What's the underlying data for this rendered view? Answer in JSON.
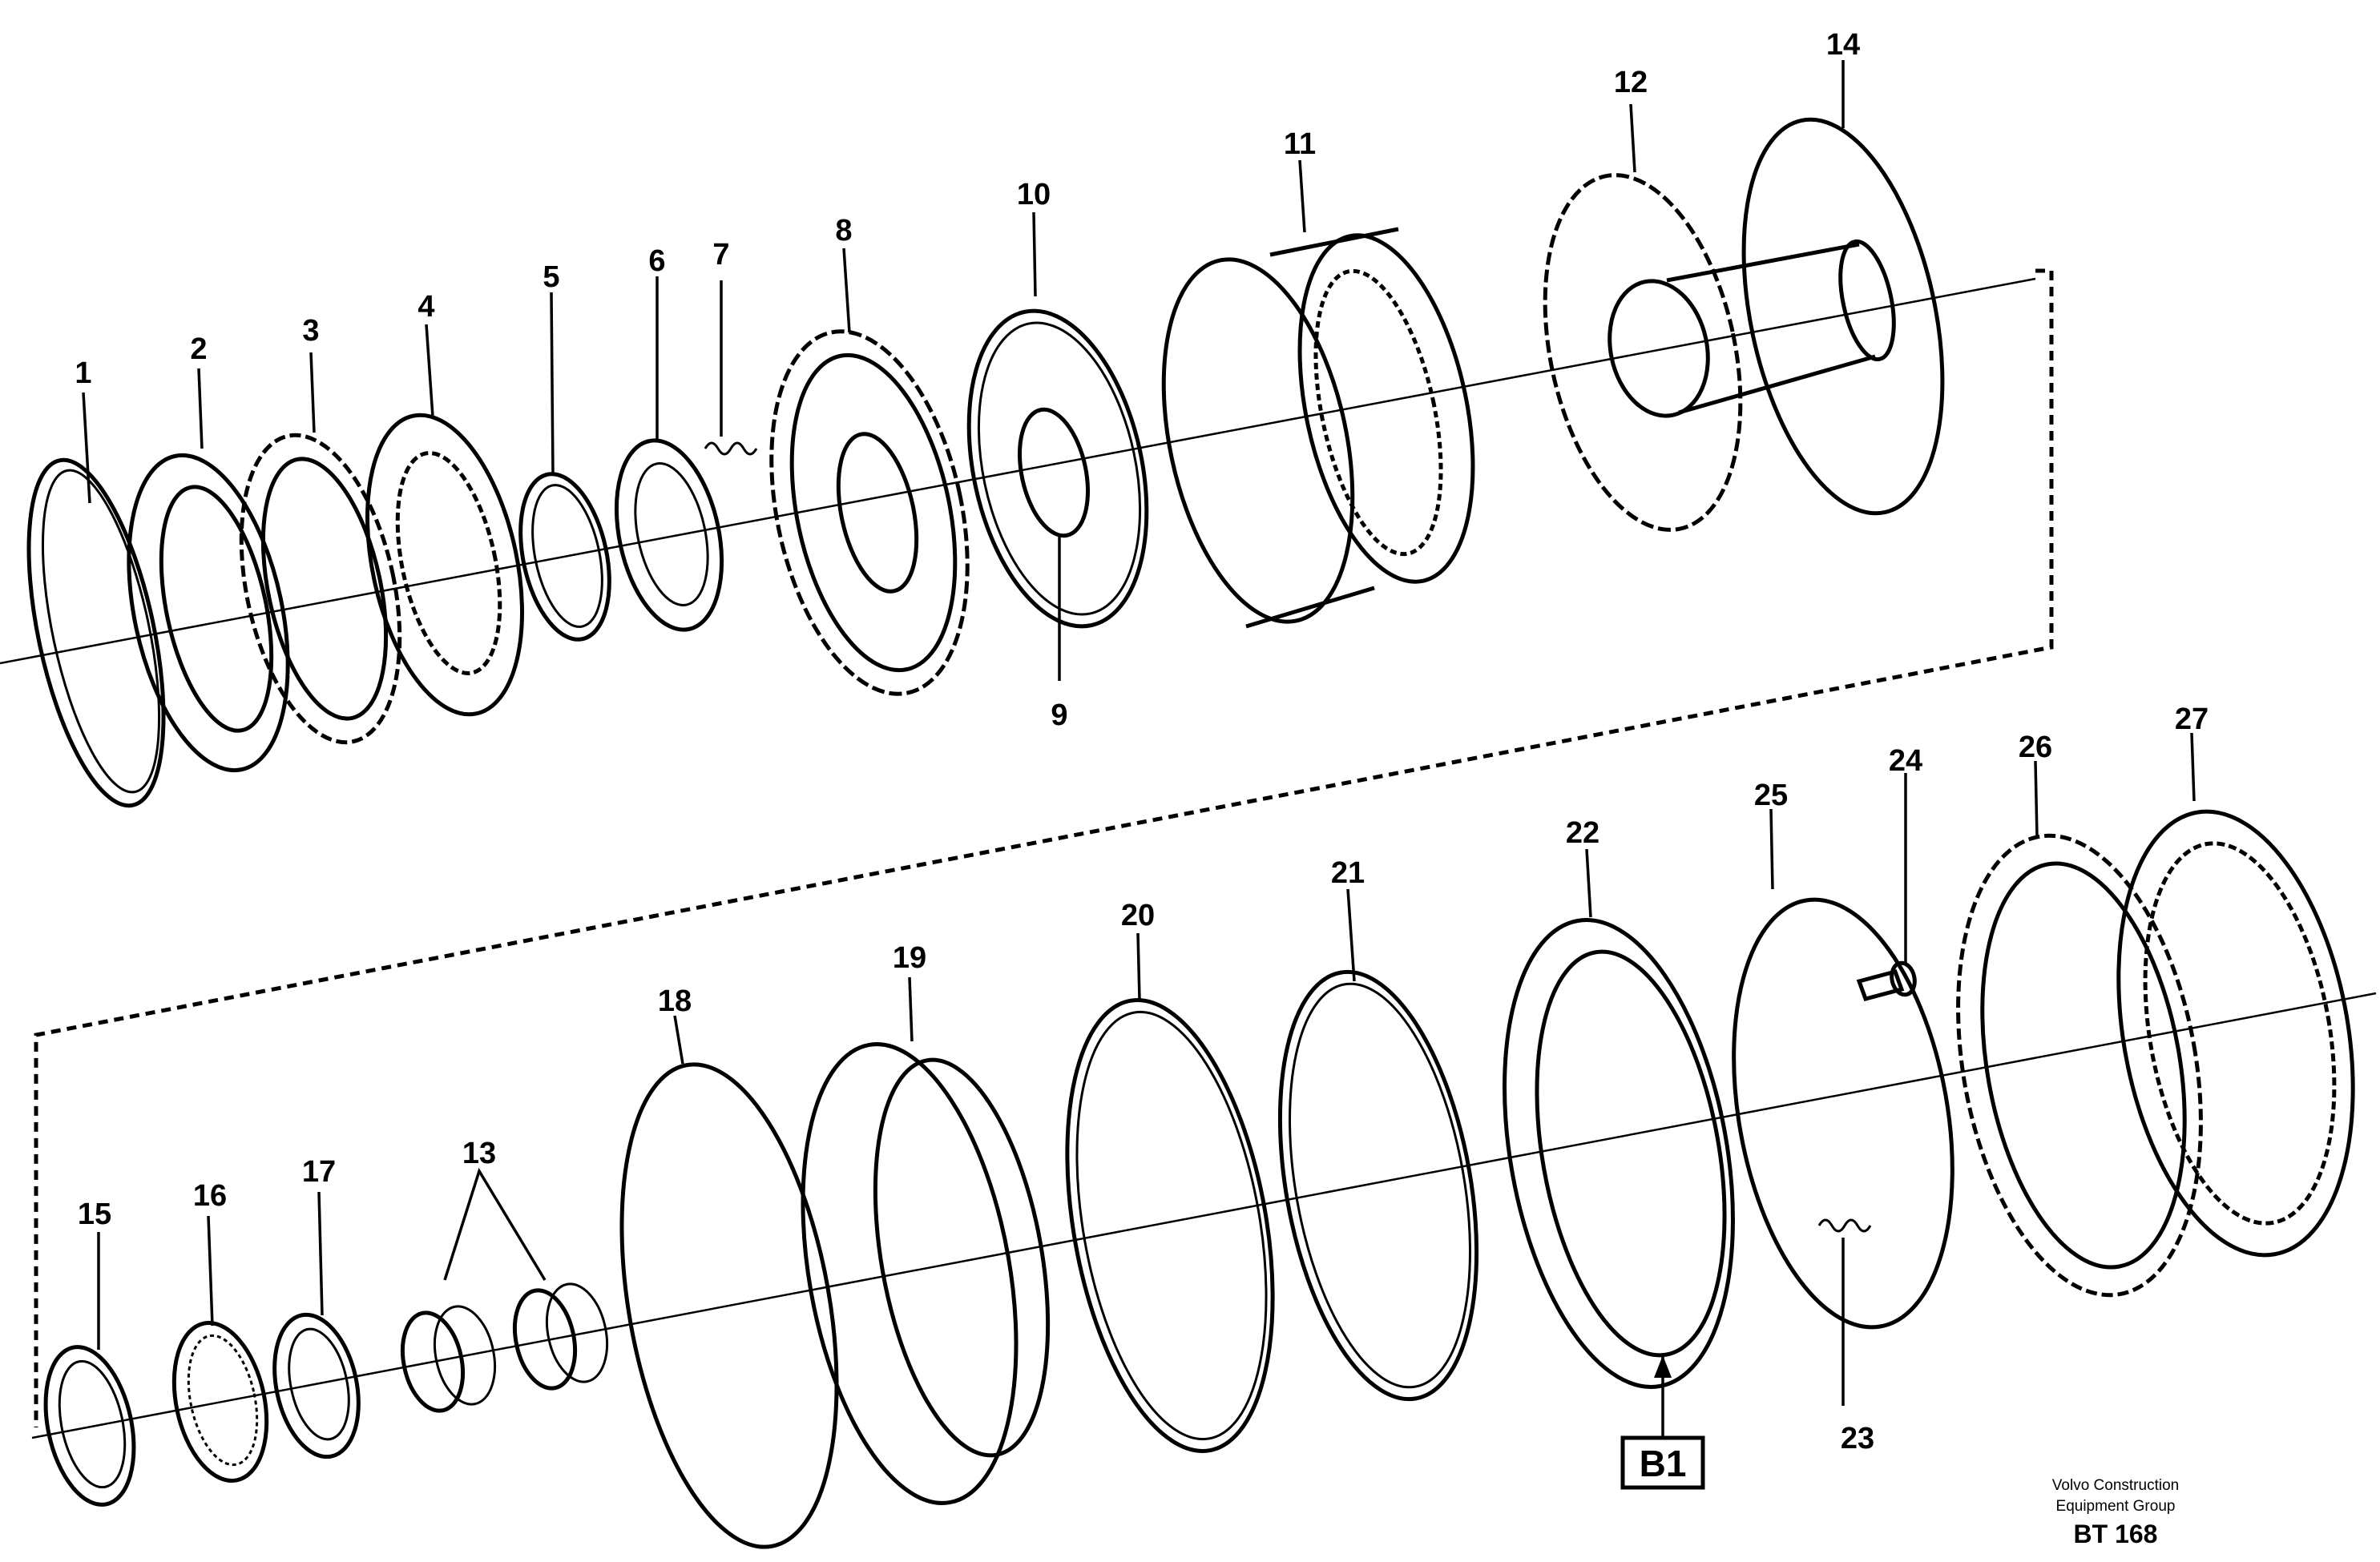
{
  "callouts": [
    "1",
    "2",
    "3",
    "4",
    "5",
    "6",
    "7",
    "8",
    "9",
    "10",
    "11",
    "12",
    "13",
    "14",
    "15",
    "16",
    "17",
    "18",
    "19",
    "20",
    "21",
    "22",
    "23",
    "24",
    "25",
    "26",
    "27"
  ],
  "reference_box": "B1",
  "footer": {
    "line1": "Volvo Construction",
    "line2": "Equipment Group",
    "code": "BT 168"
  }
}
